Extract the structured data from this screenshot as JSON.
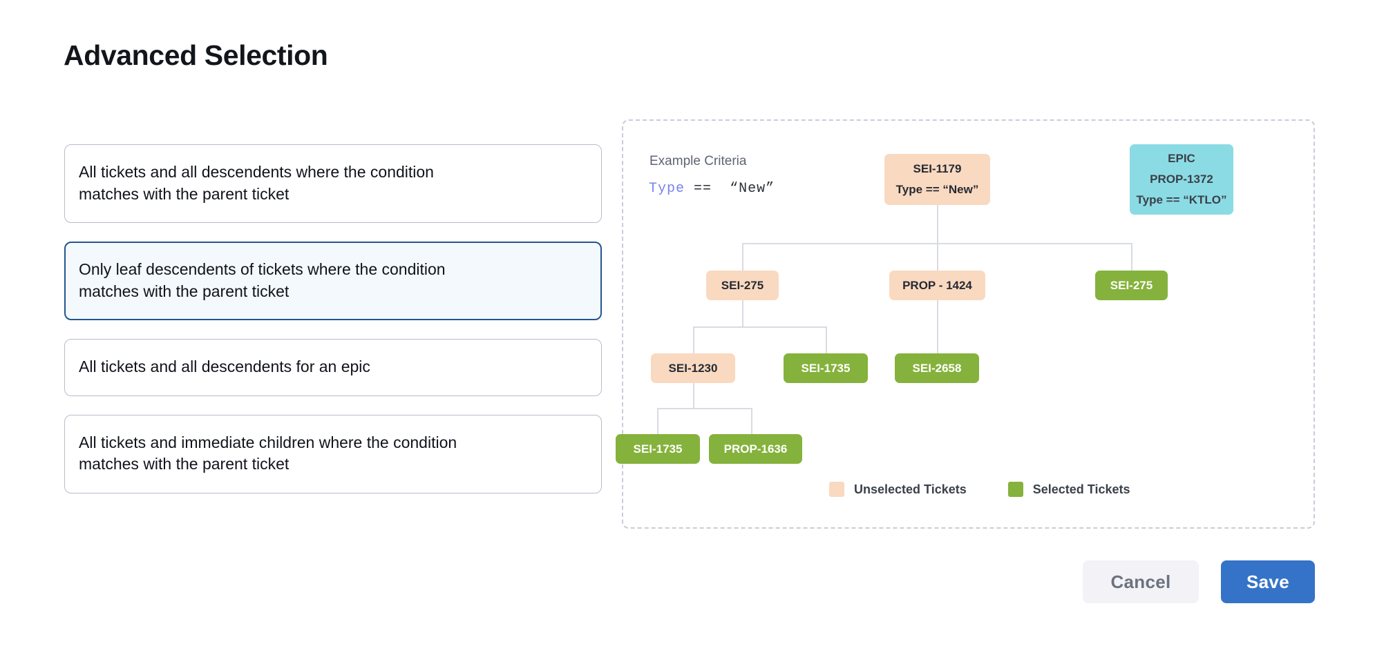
{
  "page": {
    "title": "Advanced Selection"
  },
  "options": [
    {
      "id": "all-descendents-condition",
      "line1": "All tickets and all descendents where the condition",
      "line2": "matches with the parent ticket",
      "selected": false
    },
    {
      "id": "leaf-descendents-condition",
      "line1": "Only leaf descendents of tickets where the condition",
      "line2": "matches with the parent ticket",
      "selected": true
    },
    {
      "id": "all-descendents-epic",
      "line1": "All tickets and all descendents for an epic",
      "line2": "",
      "selected": false
    },
    {
      "id": "immediate-children-condition",
      "line1": "All tickets and immediate children where the condition",
      "line2": "matches with the parent ticket",
      "selected": false
    }
  ],
  "diagram": {
    "criteria_label": "Example Criteria",
    "criteria_keyword": "Type",
    "criteria_operator": "==",
    "criteria_value": "“New”",
    "nodes": {
      "root": {
        "label": "SEI-1179",
        "sub": "Type == “New”",
        "state": "unselected"
      },
      "epic": {
        "label": "EPIC",
        "sub": "PROP-1372",
        "sub2": "Type == “KTLO”",
        "state": "epic"
      },
      "r2c1": {
        "label": "SEI-275",
        "sub": "",
        "state": "unselected"
      },
      "r2c2": {
        "label": "PROP - 1424",
        "sub": "",
        "state": "unselected"
      },
      "r2c3": {
        "label": "SEI-275",
        "sub": "",
        "state": "selected"
      },
      "r3c1": {
        "label": "SEI-1230",
        "sub": "",
        "state": "unselected"
      },
      "r3c2": {
        "label": "SEI-1735",
        "sub": "",
        "state": "selected"
      },
      "r3c3": {
        "label": "SEI-2658",
        "sub": "",
        "state": "selected"
      },
      "r4c1": {
        "label": "SEI-1735",
        "sub": "",
        "state": "selected"
      },
      "r4c2": {
        "label": "PROP-1636",
        "sub": "",
        "state": "selected"
      }
    },
    "legend": {
      "unselected_label": "Unselected Tickets",
      "selected_label": "Selected Tickets"
    }
  },
  "footer": {
    "cancel_label": "Cancel",
    "save_label": "Save"
  },
  "colors": {
    "unselected": "#f9d9c0",
    "selected": "#85b23c",
    "epic": "#8bdbe4",
    "accent": "#3573c8",
    "selected_card_border": "#24558f",
    "selected_card_bg": "#f3f9fc",
    "connector": "#d9dbe2"
  }
}
